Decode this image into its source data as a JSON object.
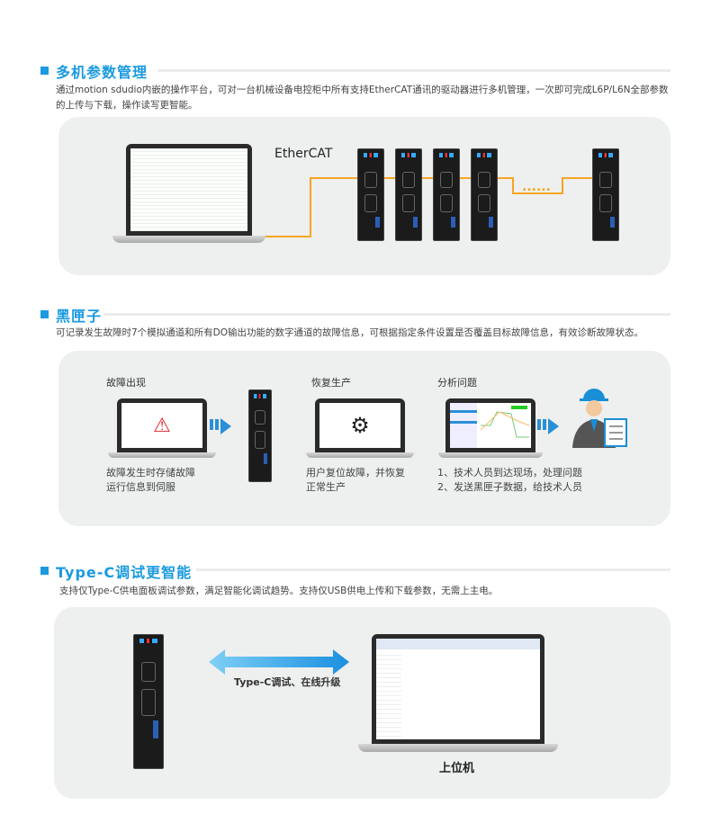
{
  "sections": [
    {
      "title": "多机参数管理",
      "desc": "通过motion sdudio内嵌的操作平台，可对一台机械设备电控柜中所有支持EtherCAT通讯的驱动器进行多机管理，一次即可完成L6P/L6N全部参数的上传与下载，操作读写更智能。",
      "logo": "EtherCAT",
      "dots": "......"
    },
    {
      "title": "黑匣子",
      "desc": "可记录发生故障时7个模拟通道和所有DO输出功能的数字通道的故障信息，可根据指定条件设置是否覆盖目标故障信息，有效诊断故障状态。",
      "steps": [
        {
          "label": "故障出现",
          "caption": [
            "故障发生时存储故障",
            "运行信息到伺服"
          ],
          "icon": "warning-icon"
        },
        {
          "label": "恢复生产",
          "caption": [
            "用户复位故障，并恢复",
            "正常生产"
          ],
          "icon": "gear-icon"
        },
        {
          "label": "分析问题",
          "caption": [
            "1、技术人员到达现场，处理问题",
            "2、发送黑匣子数据，给技术人员"
          ],
          "icon": "chart-icon"
        }
      ]
    },
    {
      "title": "Type-C调试更智能",
      "desc": "支持仅Type-C供电面板调试参数，满足智能化调试趋势。支持仅USB供电上传和下载参数，无需上主电。",
      "arrow_label": "Type-C调试、在线升级",
      "pc_label": "上位机"
    }
  ],
  "colors": {
    "accent": "#1a9ae0",
    "network": "#f5a623"
  }
}
